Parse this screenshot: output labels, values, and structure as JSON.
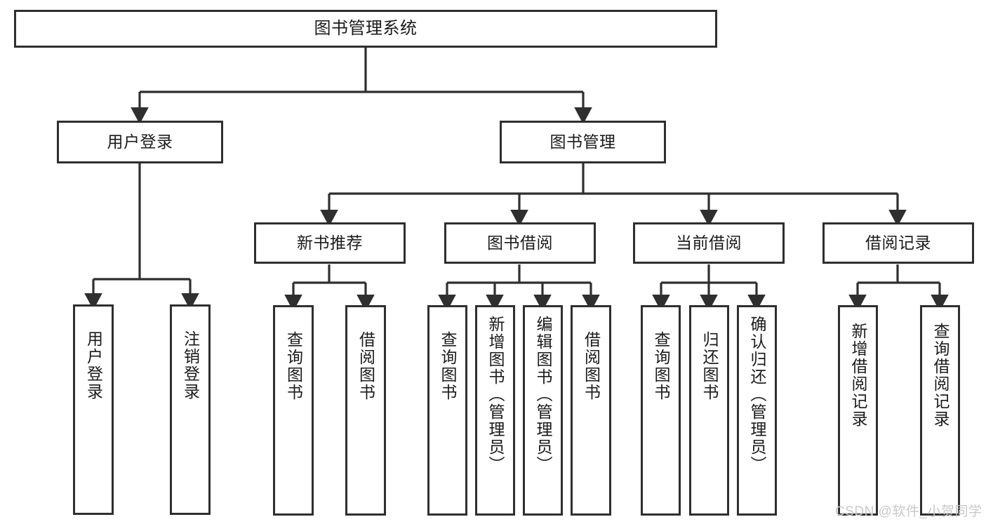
{
  "diagram": {
    "type": "tree-hierarchy",
    "title": "图书管理系统",
    "background_color": "#ffffff",
    "line_color": "#2f2f2f",
    "text_color": "#1b1b1b",
    "nodes": {
      "root": {
        "label": "图书管理系统"
      },
      "level2": [
        {
          "id": "user-login",
          "label": "用户登录"
        },
        {
          "id": "book-manage",
          "label": "图书管理"
        }
      ],
      "level3": [
        {
          "id": "new-book-recommend",
          "label": "新书推荐"
        },
        {
          "id": "book-borrow",
          "label": "图书借阅"
        },
        {
          "id": "current-borrow",
          "label": "当前借阅"
        },
        {
          "id": "borrow-record",
          "label": "借阅记录"
        }
      ],
      "leaves": [
        {
          "id": "leaf-user-login",
          "label": "用户登录",
          "parent": "user-login"
        },
        {
          "id": "leaf-logout-login",
          "label": "注销登录",
          "parent": "user-login"
        },
        {
          "id": "leaf-query-book-1",
          "label": "查询图书",
          "parent": "new-book-recommend"
        },
        {
          "id": "leaf-borrow-book-1",
          "label": "借阅图书",
          "parent": "new-book-recommend"
        },
        {
          "id": "leaf-query-book-2",
          "label": "查询图书",
          "parent": "book-borrow"
        },
        {
          "id": "leaf-add-book",
          "label": "新增图书（管理员）",
          "parent": "book-borrow"
        },
        {
          "id": "leaf-edit-book",
          "label": "编辑图书（管理员）",
          "parent": "book-borrow"
        },
        {
          "id": "leaf-borrow-book-2",
          "label": "借阅图书",
          "parent": "book-borrow"
        },
        {
          "id": "leaf-query-book-3",
          "label": "查询图书",
          "parent": "current-borrow"
        },
        {
          "id": "leaf-return-book",
          "label": "归还图书",
          "parent": "current-borrow"
        },
        {
          "id": "leaf-confirm-return",
          "label": "确认归还（管理员）",
          "parent": "current-borrow"
        },
        {
          "id": "leaf-add-record",
          "label": "新增借阅记录",
          "parent": "borrow-record"
        },
        {
          "id": "leaf-query-record",
          "label": "查询借阅记录",
          "parent": "borrow-record"
        }
      ]
    }
  },
  "watermark": {
    "text": "CSDN @软件_小贺同学",
    "color": "#c9c9c9"
  }
}
